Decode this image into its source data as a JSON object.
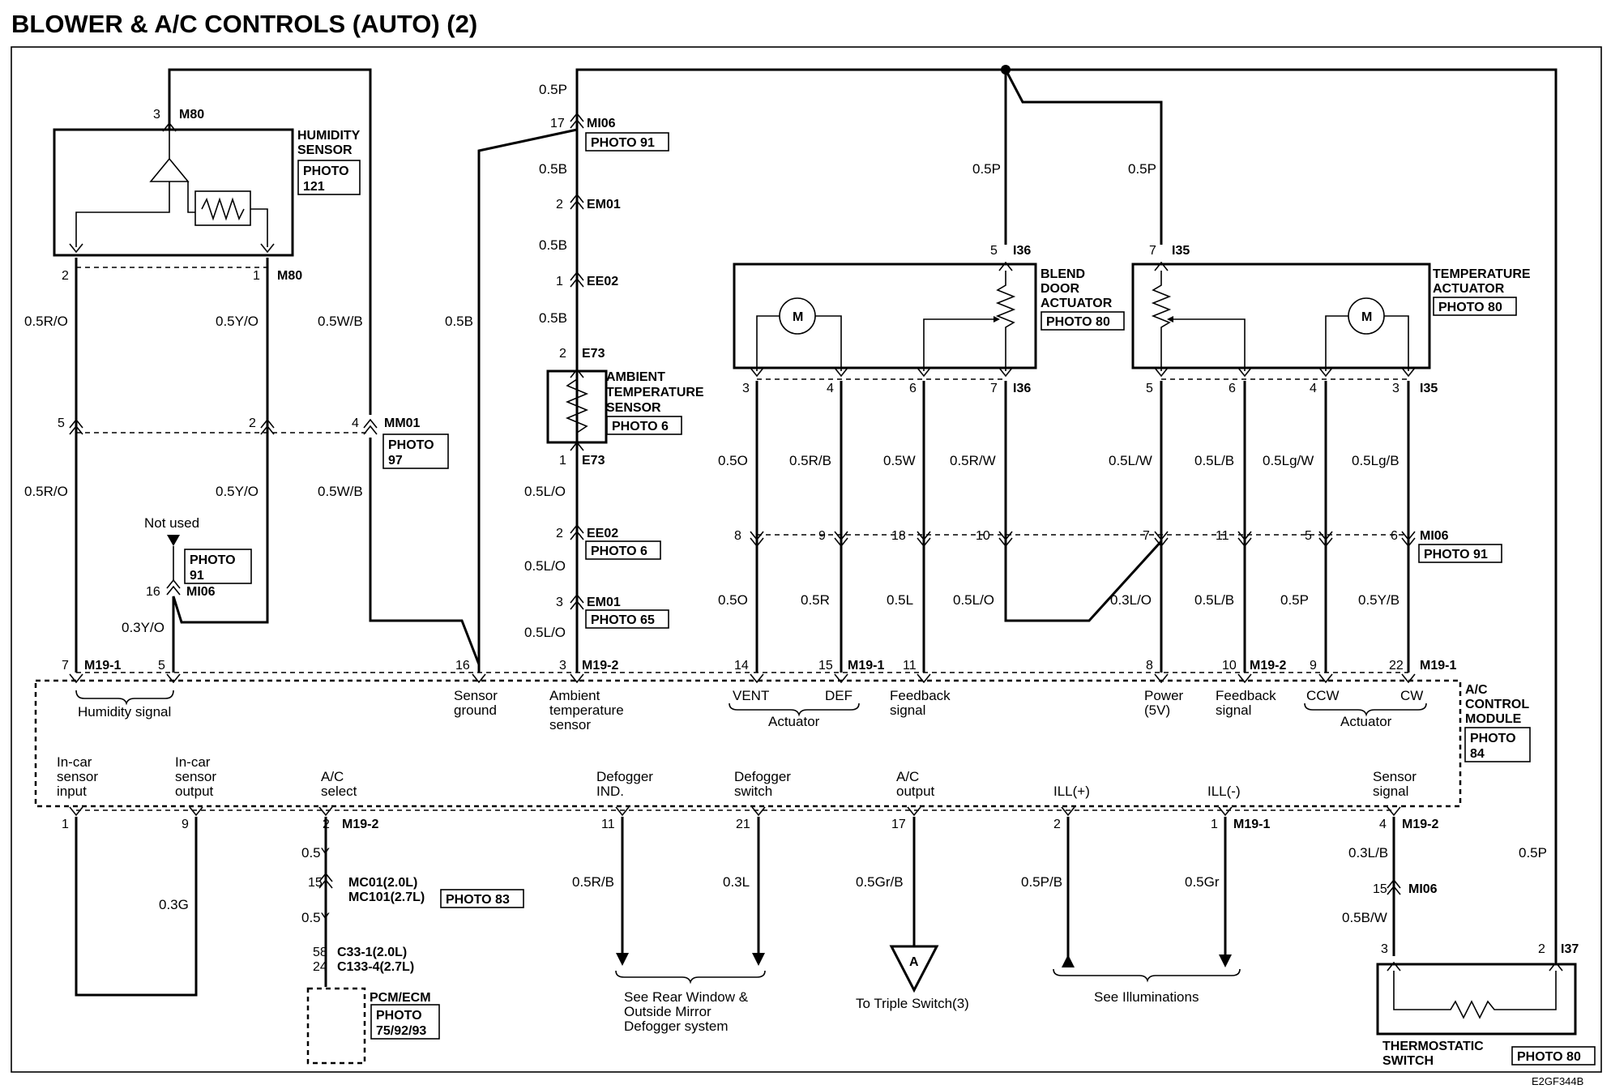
{
  "title": "BLOWER & A/C CONTROLS (AUTO) (2)",
  "footer_code": "E2GF344B",
  "components": {
    "humidity_sensor": {
      "label": [
        "HUMIDITY",
        "SENSOR"
      ],
      "photo": [
        "PHOTO",
        "121"
      ]
    },
    "ambient_sensor": {
      "label": [
        "AMBIENT",
        "TEMPERATURE",
        "SENSOR"
      ],
      "photo": "PHOTO 6"
    },
    "blend_door": {
      "label": [
        "BLEND",
        "DOOR",
        "ACTUATOR"
      ],
      "photo": "PHOTO 80"
    },
    "temp_actuator": {
      "label": [
        "TEMPERATURE",
        "ACTUATOR"
      ],
      "photo": "PHOTO 80"
    },
    "ac_module": {
      "label": [
        "A/C",
        "CONTROL",
        "MODULE"
      ],
      "photo": [
        "PHOTO",
        "84"
      ]
    },
    "pcm": {
      "label": "PCM/ECM",
      "photo": [
        "PHOTO",
        "75/92/93"
      ]
    },
    "thermostatic_switch": {
      "label": [
        "THERMOSTATIC",
        "SWITCH"
      ],
      "photo": "PHOTO 80"
    },
    "motor_symbol": "M",
    "offpage_symbol": "A"
  },
  "connectors": {
    "m80_top": "M80",
    "m80_bottom": "M80",
    "mm01": "MM01",
    "mi06_top": "MI06",
    "em01_top": "EM01",
    "ee02_top": "EE02",
    "e73_top": "E73",
    "e73_bottom": "E73",
    "ee02_mid": "EE02",
    "em01_mid": "EM01",
    "mi06_left": "MI06",
    "m19_1_a": "M19-1",
    "m19_2_a": "M19-2",
    "m19_1_b": "M19-1",
    "m19_2_b": "M19-2",
    "m19_1_c": "M19-1",
    "i36_top": "I36",
    "i36_bottom": "I36",
    "i35_top": "I35",
    "i35_bottom": "I35",
    "mi06_right": "MI06",
    "m19_2_c": "M19-2",
    "m19_1_d": "M19-1",
    "m19_2_d": "M19-2",
    "mi06_br": "MI06",
    "i37": "I37",
    "mc01": "MC01(2.0L)",
    "mc101": "MC101(2.7L)",
    "c33": "C33-1(2.0L)",
    "c133": "C133-4(2.7L)"
  },
  "photos": {
    "mi06_top": "PHOTO 91",
    "mm01": [
      "PHOTO",
      "97"
    ],
    "mi06_left": [
      "PHOTO",
      "91"
    ],
    "ee02": "PHOTO 6",
    "em01": "PHOTO 65",
    "mi06_right": "PHOTO 91",
    "mc101": "PHOTO 83"
  },
  "pins": {
    "m80_3": "3",
    "m80_2": "2",
    "m80_1": "1",
    "mm01_5": "5",
    "mm01_2": "2",
    "mm01_4": "4",
    "mi06_16": "16",
    "m19_7": "7",
    "m19_5": "5",
    "m19_16": "16",
    "mi06_17": "17",
    "em01_2": "2",
    "ee02_1": "1",
    "e73_2": "2",
    "e73_1": "1",
    "ee02_2": "2",
    "em01_3": "3",
    "m19_3": "3",
    "i36_5": "5",
    "i35_7": "7",
    "i36_3": "3",
    "i36_4": "4",
    "i36_6": "6",
    "i36_7": "7",
    "i35_5": "5",
    "i35_6": "6",
    "i35_4": "4",
    "i35_3": "3",
    "mi06_8": "8",
    "mi06_9": "9",
    "mi06_18": "18",
    "mi06_10": "10",
    "mi06_7": "7",
    "mi06_11": "11",
    "mi06_5": "5",
    "mi06_6": "6",
    "m19_14": "14",
    "m19_15": "15",
    "m19_11": "11",
    "m19_8": "8",
    "m19_10": "10",
    "m19_9": "9",
    "m19_22": "22",
    "b_1": "1",
    "b_9": "9",
    "b_2": "2",
    "b_11": "11",
    "b_21": "21",
    "b_17": "17",
    "b_2b": "2",
    "b_1b": "1",
    "b_4": "4",
    "mc_15": "15",
    "c_58": "58",
    "c_24": "24",
    "mi06_15": "15",
    "i37_3": "3",
    "i37_2": "2"
  },
  "wires": {
    "w05p_a": "0.5P",
    "w05b_a": "0.5B",
    "w05b_b": "0.5B",
    "w05b_c": "0.5B",
    "w05p_b": "0.5P",
    "w05p_c": "0.5P",
    "w05ro_a": "0.5R/O",
    "w05yo_a": "0.5Y/O",
    "w05wb_a": "0.5W/B",
    "w05b_d": "0.5B",
    "w05ro_b": "0.5R/O",
    "w05yo_b": "0.5Y/O",
    "w05wb_b": "0.5W/B",
    "w03yo": "0.3Y/O",
    "w05lo_a": "0.5L/O",
    "w05lo_b": "0.5L/O",
    "w05lo_c": "0.5L/O",
    "w05o_a": "0.5O",
    "w05rb": "0.5R/B",
    "w05w": "0.5W",
    "w05rw": "0.5R/W",
    "w05lw": "0.5L/W",
    "w05lb_a": "0.5L/B",
    "w05lgw": "0.5Lg/W",
    "w05lgb": "0.5Lg/B",
    "w05o_b": "0.5O",
    "w05r": "0.5R",
    "w05l": "0.5L",
    "w05lo_d": "0.5L/O",
    "w03lo": "0.3L/O",
    "w05lb_b": "0.5L/B",
    "w05p_d": "0.5P",
    "w05yb": "0.5Y/B",
    "w05y_a": "0.5Y",
    "w05y_b": "0.5Y",
    "w03g": "0.3G",
    "w05rb_b": "0.5R/B",
    "w03l": "0.3L",
    "w05grb": "0.5Gr/B",
    "w05pb": "0.5P/B",
    "w05gr": "0.5Gr",
    "w03lb": "0.3L/B",
    "w05bw": "0.5B/W",
    "w05p_e": "0.5P"
  },
  "module_signals": {
    "humidity_signal": "Humidity signal",
    "sensor_ground": [
      "Sensor",
      "ground"
    ],
    "ambient": [
      "Ambient",
      "temperature",
      "sensor"
    ],
    "vent": "VENT",
    "def": "DEF",
    "actuator_a": "Actuator",
    "feedback_a": [
      "Feedback",
      "signal"
    ],
    "power": [
      "Power",
      "(5V)"
    ],
    "feedback_b": [
      "Feedback",
      "signal"
    ],
    "ccw": "CCW",
    "cw": "CW",
    "actuator_b": "Actuator",
    "incar_input": [
      "In-car",
      "sensor",
      "input"
    ],
    "incar_output": [
      "In-car",
      "sensor",
      "output"
    ],
    "ac_select": [
      "A/C",
      "select"
    ],
    "defogger_ind": [
      "Defogger",
      "IND."
    ],
    "defogger_switch": [
      "Defogger",
      "switch"
    ],
    "ac_output": [
      "A/C",
      "output"
    ],
    "ill_plus": "ILL(+)",
    "ill_minus": "ILL(-)",
    "sensor_signal": [
      "Sensor",
      "signal"
    ]
  },
  "notes": {
    "not_used": "Not used",
    "defogger_ref": [
      "See Rear Window &",
      "Outside Mirror",
      "Defogger system"
    ],
    "triple_switch": "To Triple Switch(3)",
    "illuminations": "See Illuminations"
  }
}
